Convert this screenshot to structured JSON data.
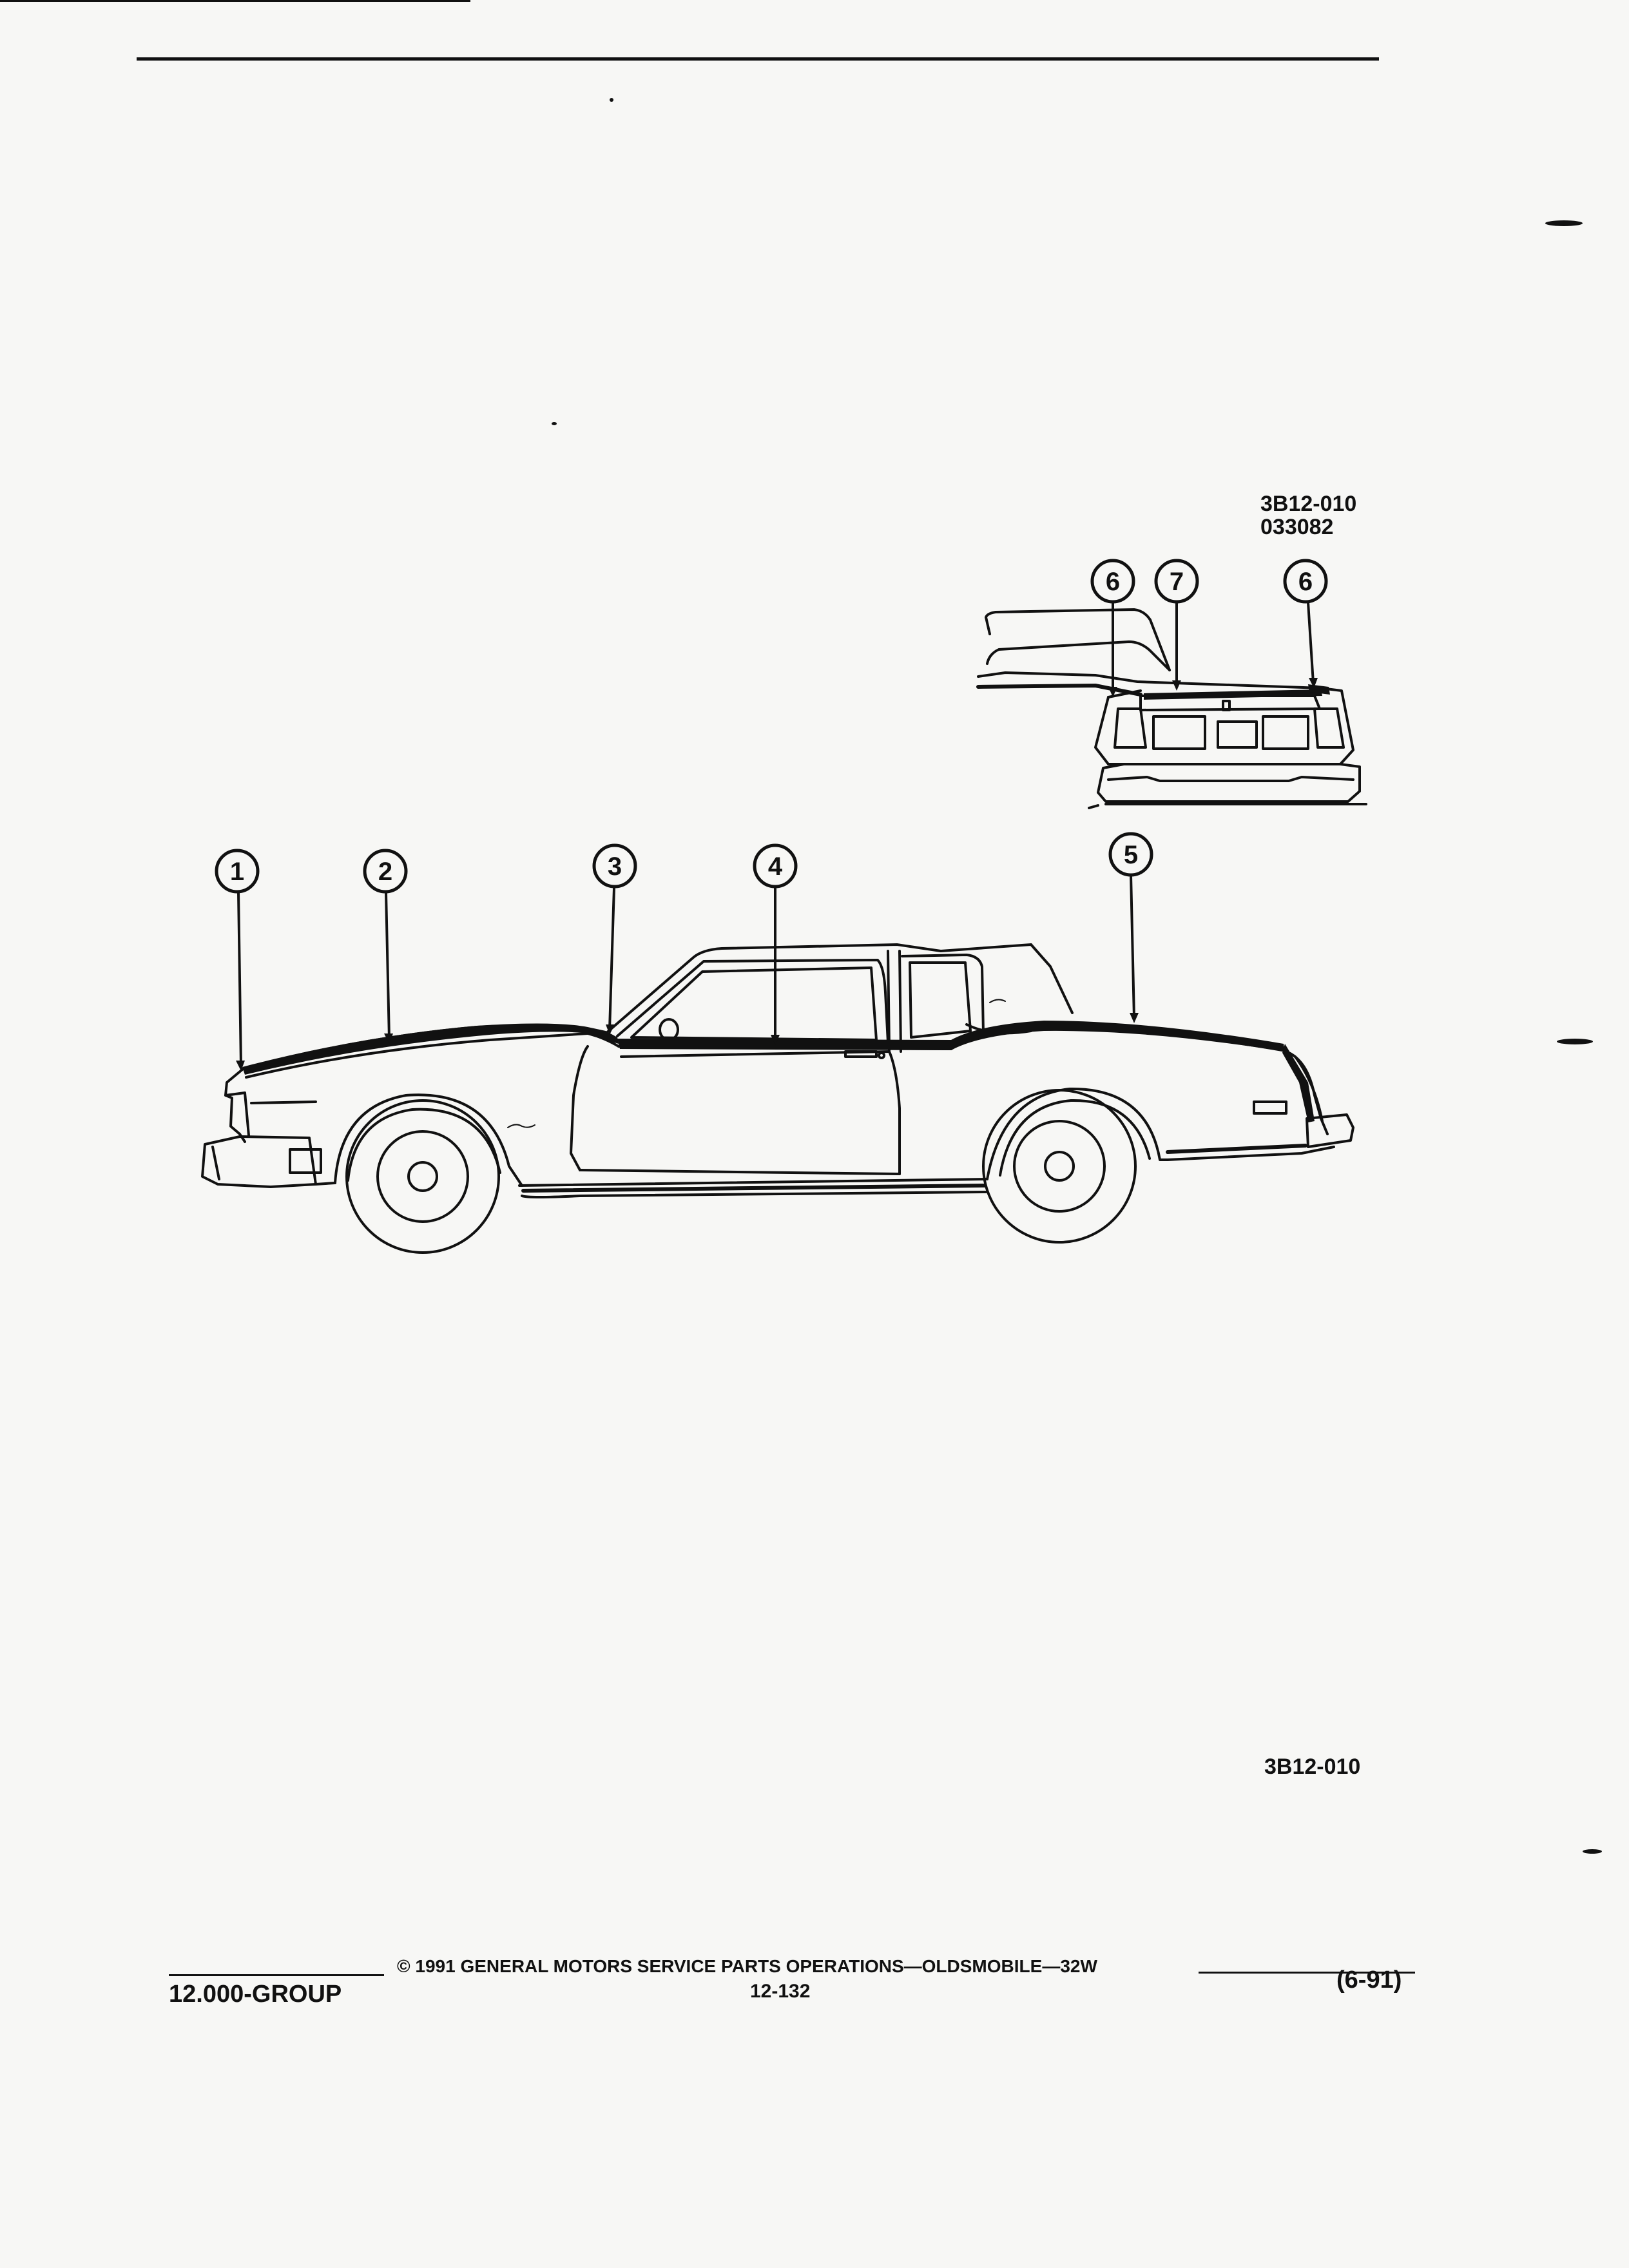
{
  "diagram": {
    "inset_reference": {
      "code": "3B12-010",
      "number": "033082"
    },
    "figure_code": "3B12-010",
    "callouts": {
      "c1": "1",
      "c2": "2",
      "c3": "3",
      "c4": "4",
      "c5": "5",
      "c6a": "6",
      "c7": "7",
      "c6b": "6"
    }
  },
  "footer": {
    "copyright": "© 1991  GENERAL MOTORS SERVICE PARTS OPERATIONS—OLDSMOBILE—32W",
    "group": "12.000-GROUP",
    "page": "12-132",
    "date": "(6-91)"
  }
}
